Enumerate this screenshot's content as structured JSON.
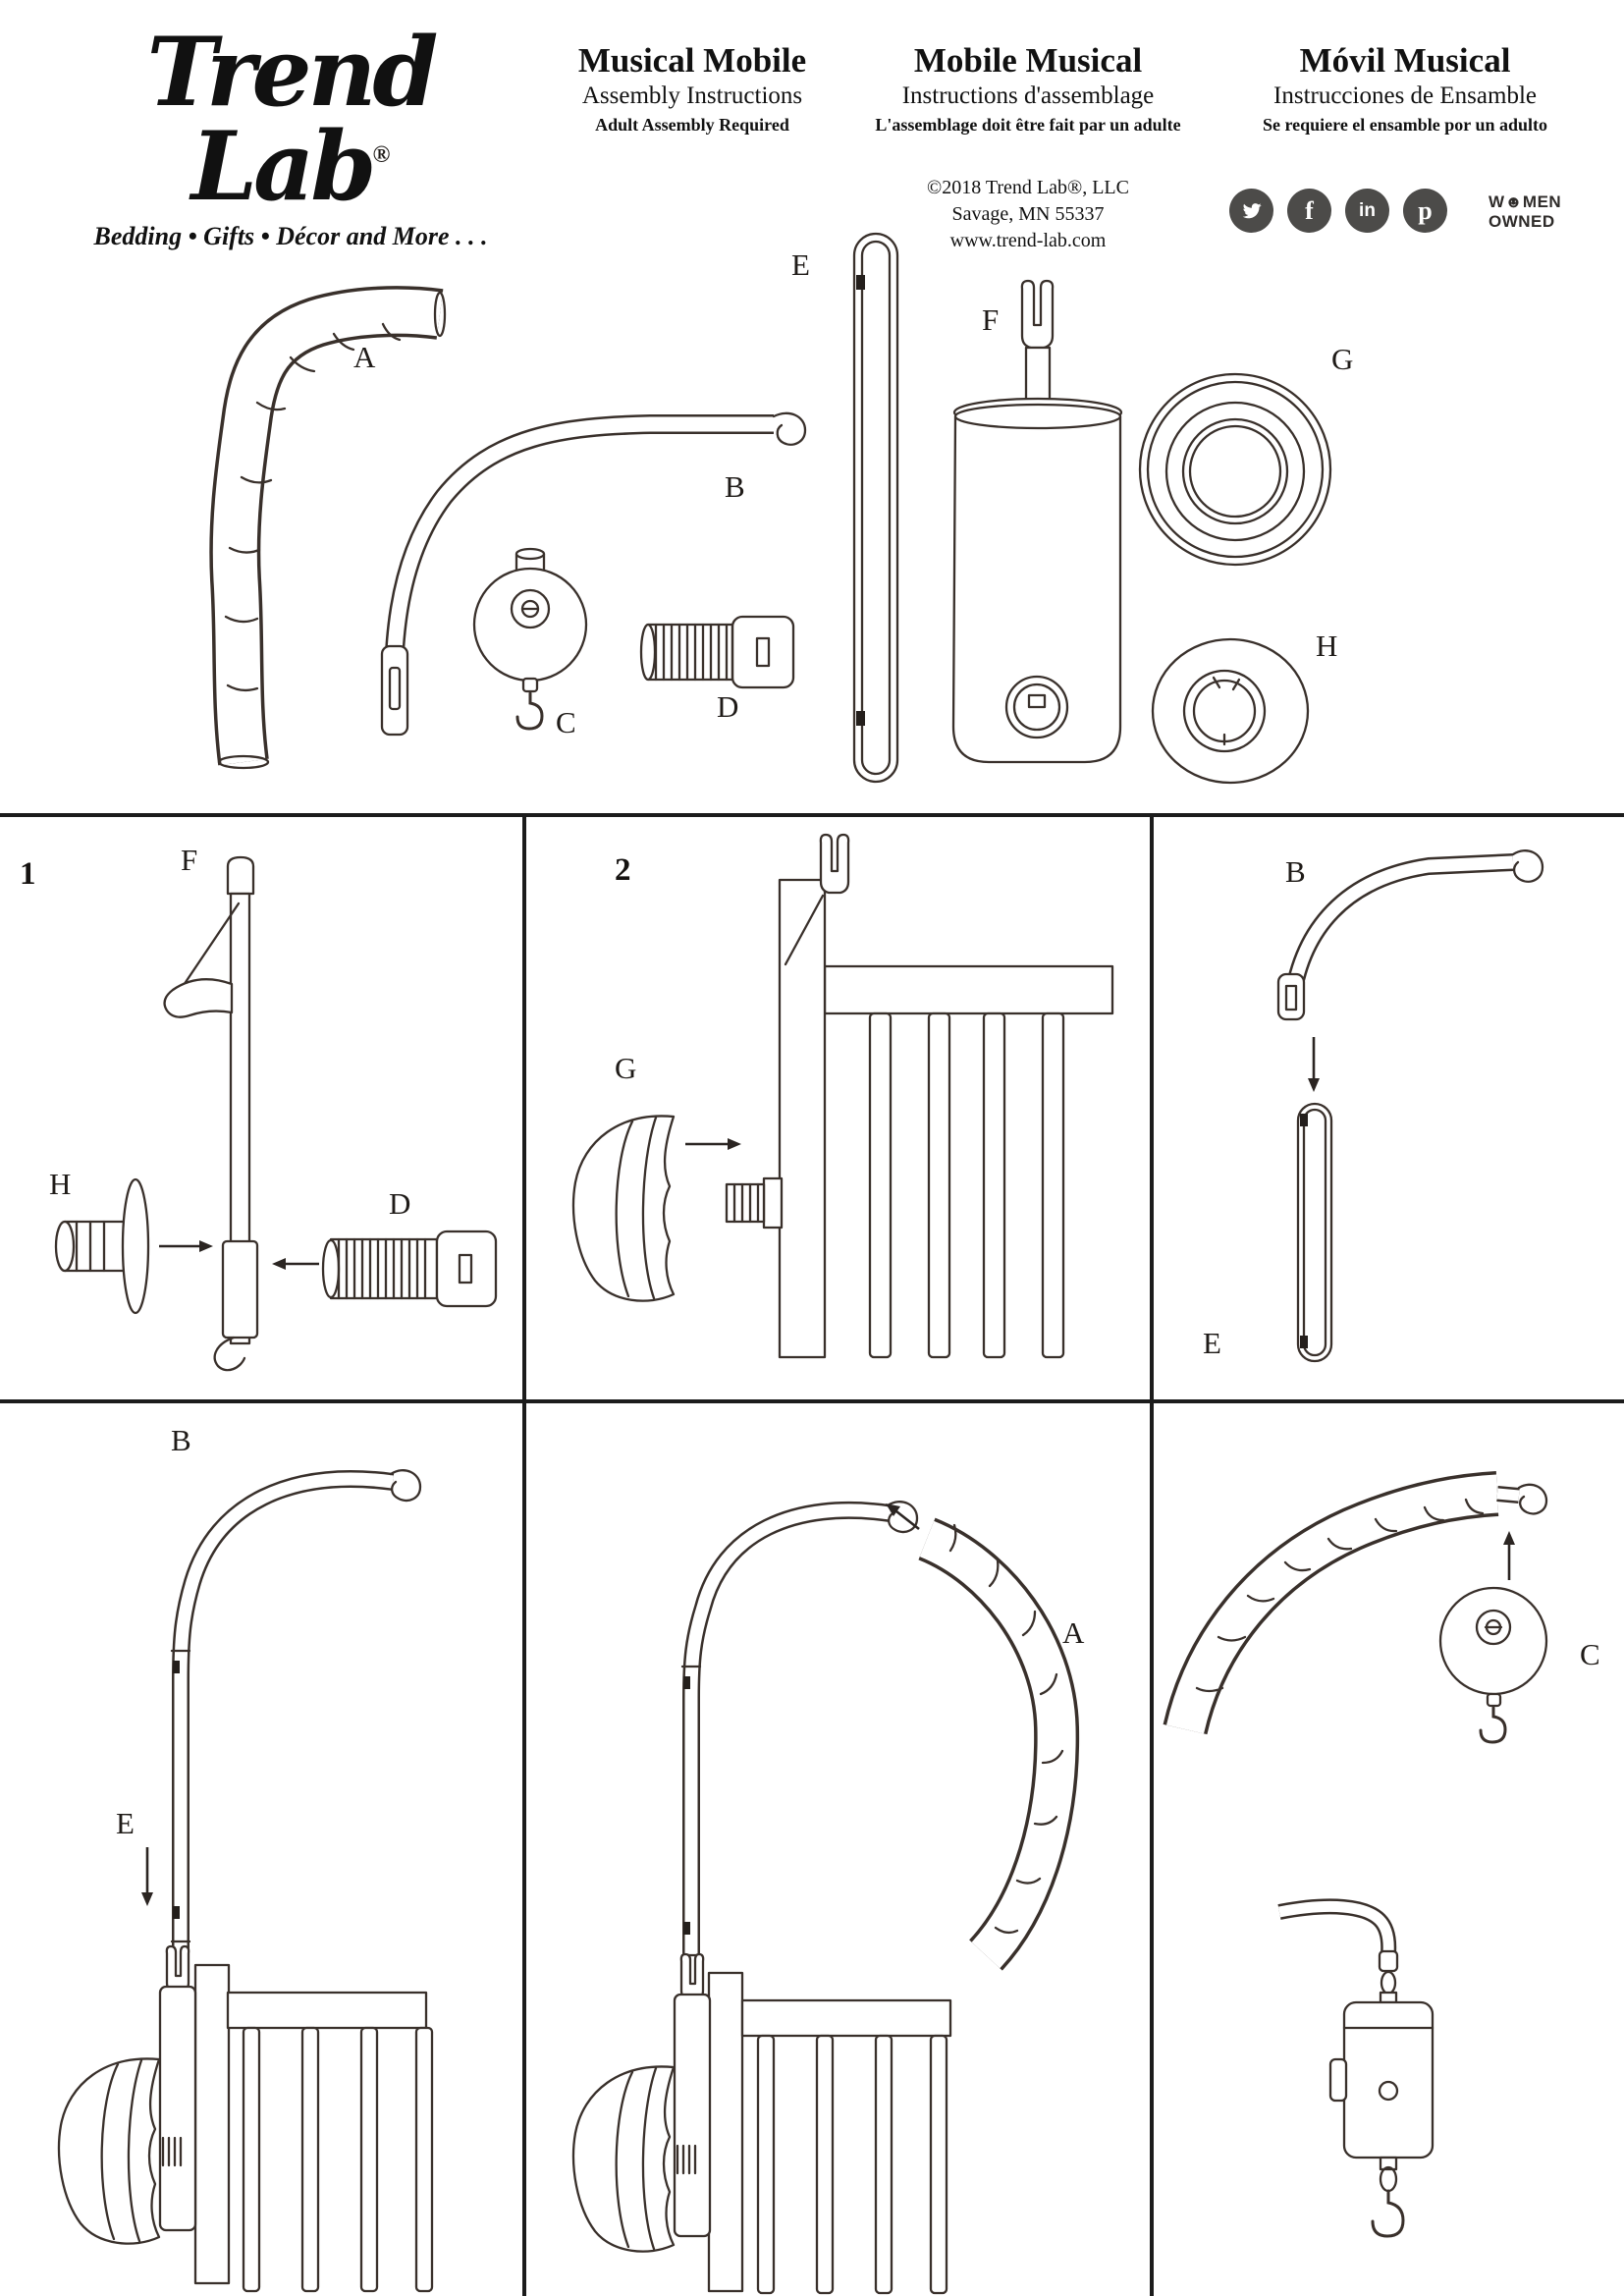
{
  "header": {
    "logo": {
      "text": "Trend Lab",
      "registered": "®",
      "tagline": "Bedding • Gifts • Décor and More . . ."
    },
    "titles": [
      {
        "title": "Musical Mobile",
        "subtitle": "Assembly Instructions",
        "note": "Adult Assembly Required"
      },
      {
        "title": "Mobile Musical",
        "subtitle": "Instructions d'assemblage",
        "note": "L'assemblage doit être fait par un adulte"
      },
      {
        "title": "Móvil Musical",
        "subtitle": "Instrucciones de Ensamble",
        "note": "Se requiere el ensamble por un adulto"
      }
    ],
    "publisher": {
      "copyright": "©2018 Trend Lab®, LLC",
      "address": "Savage, MN 55337",
      "website": "www.trend-lab.com"
    },
    "social": [
      {
        "name": "twitter-icon"
      },
      {
        "name": "facebook-icon",
        "glyph": "f"
      },
      {
        "name": "linkedin-icon",
        "glyph": "in"
      },
      {
        "name": "pinterest-icon",
        "glyph": "p"
      }
    ],
    "women_owned": {
      "line1": "W☻MEN",
      "line2": "OWNED"
    }
  },
  "parts": {
    "a": "A",
    "b": "B",
    "c": "C",
    "d": "D",
    "e": "E",
    "f": "F",
    "g": "G",
    "h": "H"
  },
  "steps": {
    "one": {
      "num": "1",
      "f": "F",
      "h": "H",
      "d": "D"
    },
    "two": {
      "num": "2",
      "g": "G"
    },
    "three": {
      "b": "B",
      "e": "E"
    },
    "four": {
      "b": "B",
      "e": "E"
    },
    "five": {
      "a": "A"
    },
    "six": {
      "c": "C"
    }
  }
}
